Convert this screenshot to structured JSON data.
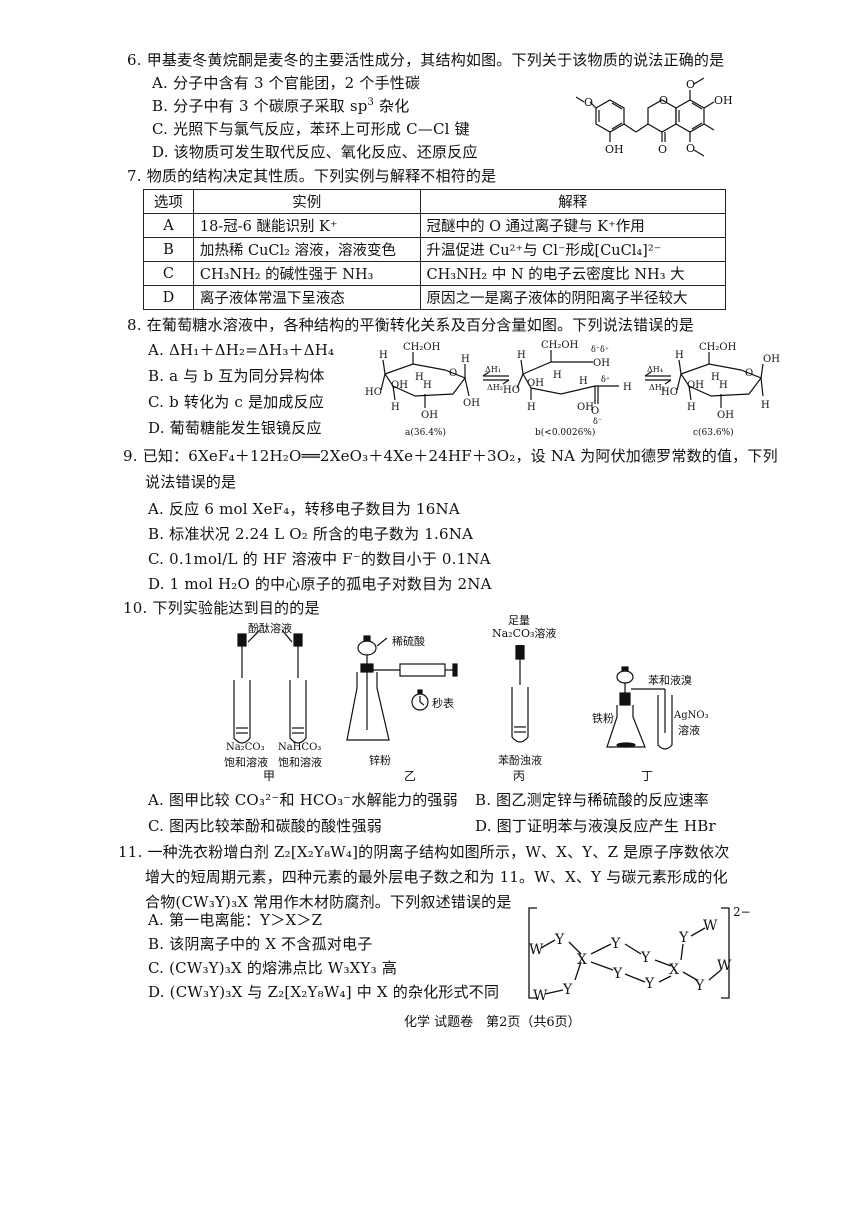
{
  "page": {
    "footer": "化学 试题卷　第2页（共6页）"
  },
  "q6": {
    "number": "6.",
    "stem": "甲基麦冬黄烷酮是麦冬的主要活性成分，其结构如图。下列关于该物质的说法正确的是",
    "options": [
      {
        "label": "A.",
        "text": "分子中含有 3 个官能团，2 个手性碳"
      },
      {
        "label": "B.",
        "text_pre": "分子中有 3 个碳原子采取 sp",
        "sup": "3",
        "text_post": " 杂化"
      },
      {
        "label": "C.",
        "text": "光照下与氯气反应，苯环上可形成 C—Cl 键"
      },
      {
        "label": "D.",
        "text": "该物质可发生取代反应、氧化反应、还原反应"
      }
    ],
    "figure": {
      "labels": [
        "O",
        "O",
        "OH",
        "OH",
        "O",
        "O"
      ]
    }
  },
  "q7": {
    "number": "7.",
    "stem": "物质的结构决定其性质。下列实例与解释不相符的是",
    "table": {
      "headers": [
        "选项",
        "实例",
        "解释"
      ],
      "rows": [
        {
          "opt": "A",
          "example": "18-冠-6 醚能识别 K⁺",
          "explanation": "冠醚中的 O 通过离子键与 K⁺作用"
        },
        {
          "opt": "B",
          "example": "加热稀 CuCl₂ 溶液，溶液变色",
          "explanation": "升温促进 Cu²⁺与 Cl⁻形成[CuCl₄]²⁻"
        },
        {
          "opt": "C",
          "example": "CH₃NH₂ 的碱性强于 NH₃",
          "explanation": "CH₃NH₂ 中 N 的电子云密度比 NH₃ 大"
        },
        {
          "opt": "D",
          "example": "离子液体常温下呈液态",
          "explanation": "原因之一是离子液体的阴阳离子半径较大"
        }
      ]
    }
  },
  "q8": {
    "number": "8.",
    "stem": "在葡萄糖水溶液中，各种结构的平衡转化关系及百分含量如图。下列说法错误的是",
    "options": [
      {
        "label": "A.",
        "text": "ΔH₁＋ΔH₂=ΔH₃＋ΔH₄"
      },
      {
        "label": "B.",
        "text": "a 与 b 互为同分异构体"
      },
      {
        "label": "C.",
        "text": "b 转化为 c 是加成反应"
      },
      {
        "label": "D.",
        "text": "葡萄糖能发生银镜反应"
      }
    ],
    "figure": {
      "a_caption": "a(36.4%)",
      "b_caption": "b(<0.0026%)",
      "c_caption": "c(63.6%)",
      "arrow1_top": "ΔH₁",
      "arrow1_bottom": "ΔH₂",
      "arrow2_top": "ΔH₄",
      "arrow2_bottom": "ΔH₃",
      "ch2oh": "CH₂OH",
      "delta_minus_plus": "δ⁻δ⁺",
      "delta_plus": "δ⁺",
      "delta_minus": "δ⁻"
    }
  },
  "q9": {
    "number": "9.",
    "stem_line1": "已知：6XeF₄＋12H₂O══2XeO₃＋4Xe＋24HF＋3O₂，设 NA 为阿伏加德罗常数的值，下列",
    "stem_line2": "说法错误的是",
    "options": [
      {
        "label": "A.",
        "text": "反应 6 mol XeF₄，转移电子数目为 16NA"
      },
      {
        "label": "B.",
        "text": "标准状况 2.24 L O₂ 所含的电子数为 1.6NA"
      },
      {
        "label": "C.",
        "text": "0.1mol/L 的 HF 溶液中 F⁻的数目小于 0.1NA"
      },
      {
        "label": "D.",
        "text": "1 mol H₂O 的中心原子的孤电子对数目为 2NA"
      }
    ]
  },
  "q10": {
    "number": "10.",
    "stem": "下列实验能达到目的的是",
    "figures": {
      "jia": {
        "label": "甲",
        "top": "酚酞溶液",
        "left_tube": [
          "Na₂CO₃",
          "饱和溶液"
        ],
        "right_tube": [
          "NaHCO₃",
          "饱和溶液"
        ]
      },
      "yi": {
        "label": "乙",
        "funnel": "稀硫酸",
        "timer": "秒表",
        "bottom": "锌粉"
      },
      "bing": {
        "label": "丙",
        "top": [
          "足量",
          "Na₂CO₃溶液"
        ],
        "bottom": "苯酚浊液"
      },
      "ding": {
        "label": "丁",
        "funnel": "苯和液溴",
        "powder": "铁粉",
        "tube": [
          "AgNO₃",
          "溶液"
        ]
      }
    },
    "options": [
      {
        "label": "A.",
        "text": "图甲比较 CO₃²⁻和 HCO₃⁻水解能力的强弱"
      },
      {
        "label": "B.",
        "text": "图乙测定锌与稀硫酸的反应速率"
      },
      {
        "label": "C.",
        "text": "图丙比较苯酚和碳酸的酸性强弱"
      },
      {
        "label": "D.",
        "text": "图丁证明苯与液溴反应产生 HBr"
      }
    ]
  },
  "q11": {
    "number": "11.",
    "stem_line1": "一种洗衣粉增白剂 Z₂[X₂Y₈W₄]的阴离子结构如图所示，W、X、Y、Z 是原子序数依次",
    "stem_line2": "增大的短周期元素，四种元素的最外层电子数之和为 11。W、X、Y 与碳元素形成的化",
    "stem_line3": "合物(CW₃Y)₃X 常用作木材防腐剂。下列叙述错误的是",
    "options": [
      {
        "label": "A.",
        "text": "第一电离能：Y＞X＞Z"
      },
      {
        "label": "B.",
        "text": "该阴离子中的 X 不含孤对电子"
      },
      {
        "label": "C.",
        "text": "(CW₃Y)₃X 的熔沸点比 W₃XY₃ 高"
      },
      {
        "label": "D.",
        "text": "(CW₃Y)₃X 与 Z₂[X₂Y₈W₄] 中 X 的杂化形式不同"
      }
    ],
    "figure": {
      "charge": "2−",
      "atoms": [
        "W",
        "Y",
        "X",
        "Y",
        "Y",
        "X",
        "Y",
        "W",
        "W",
        "Y",
        "Y",
        "Y",
        "Y",
        "W"
      ]
    }
  }
}
